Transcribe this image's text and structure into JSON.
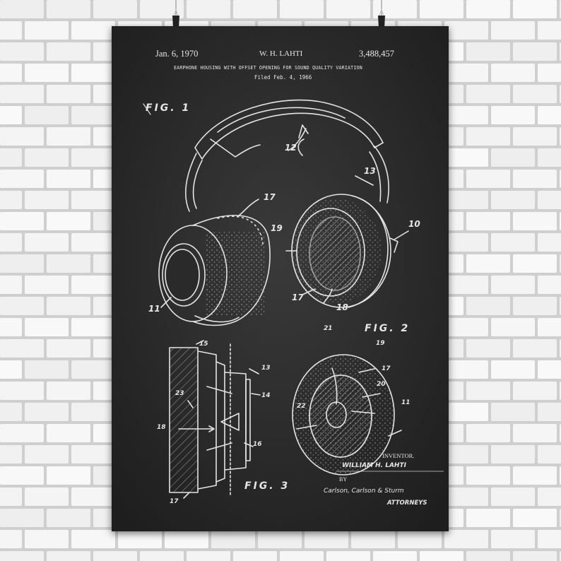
{
  "poster": {
    "header": {
      "date": "Jan. 6, 1970",
      "inventor_name": "W. H. LAHTI",
      "patent_number": "3,488,457",
      "title": "EARPHONE HOUSING WITH OFFSET OPENING FOR SOUND QUALITY VARIATION",
      "filed": "Filed Feb. 4, 1966"
    },
    "figure_labels": {
      "fig1": "FIG. 1",
      "fig2": "FIG. 2",
      "fig3": "FIG. 3"
    },
    "reference_numerals": {
      "n10": "10",
      "n11a": "11",
      "n11b": "11",
      "n12": "12",
      "n13a": "13",
      "n13b": "13",
      "n14": "14",
      "n15": "15",
      "n16": "16",
      "n17a": "17",
      "n17b": "17",
      "n17c": "17",
      "n17d": "17",
      "n18a": "18",
      "n18b": "18",
      "n19a": "19",
      "n19b": "19",
      "n20": "20",
      "n21": "21",
      "n22": "22",
      "n23": "23"
    },
    "signature": {
      "inventor_label": "INVENTOR.",
      "inventor": "WILLIAM H. LAHTI",
      "by": "BY",
      "firm": "Carlson, Carlson & Sturm",
      "attorneys": "ATTORNEYS"
    }
  },
  "colors": {
    "wall_brick": "#f2f2f2",
    "wall_mortar": "#cfcfcf",
    "chalkboard": "#2a2a2a",
    "chalk": "#e6e6e6"
  }
}
